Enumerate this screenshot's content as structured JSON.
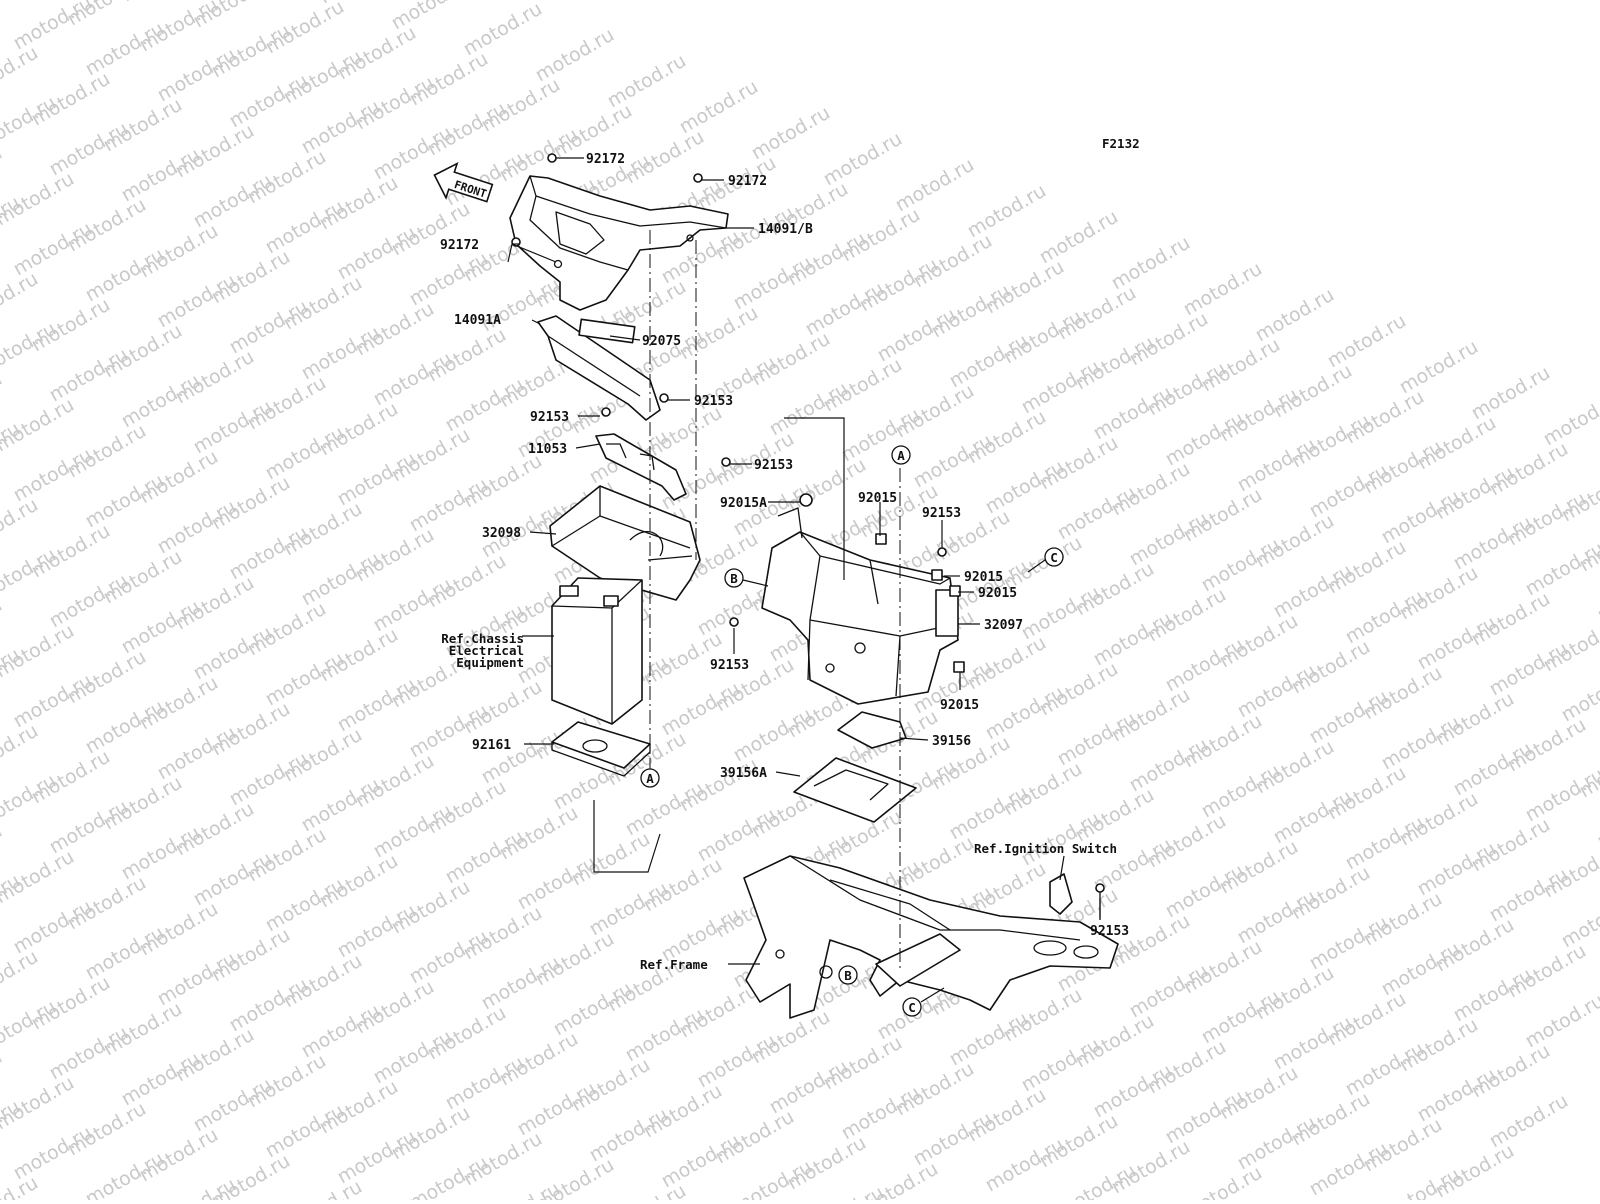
{
  "figure_code": "F2132",
  "front_marker": "FRONT",
  "watermark": "motod.ru",
  "part_labels": {
    "p92172_a": "92172",
    "p92172_b": "92172",
    "p92172_c": "92172",
    "p14091B": "14091/B",
    "p14091A": "14091A",
    "p92075": "92075",
    "p92153_a": "92153",
    "p92153_b": "92153",
    "p11053": "11053",
    "p92153_c": "92153",
    "p92015A": "92015A",
    "p32098": "32098",
    "p92015_a": "92015",
    "p92153_d": "92153",
    "p92015_b": "92015",
    "p92015_c": "92015",
    "p32097": "32097",
    "p92153_e": "92153",
    "p92015_d": "92015",
    "p92161": "92161",
    "p39156": "39156",
    "p39156A": "39156A",
    "p92153_f": "92153"
  },
  "references": {
    "chassis_line1": "Ref.Chassis",
    "chassis_line2": "Electrical",
    "chassis_line3": "Equipment",
    "ignition": "Ref.Ignition Switch",
    "frame": "Ref.Frame"
  },
  "callouts": {
    "A_top": "A",
    "A_bottom": "A",
    "B_tray": "B",
    "B_frame": "B",
    "C_tray": "C",
    "C_frame": "C"
  }
}
